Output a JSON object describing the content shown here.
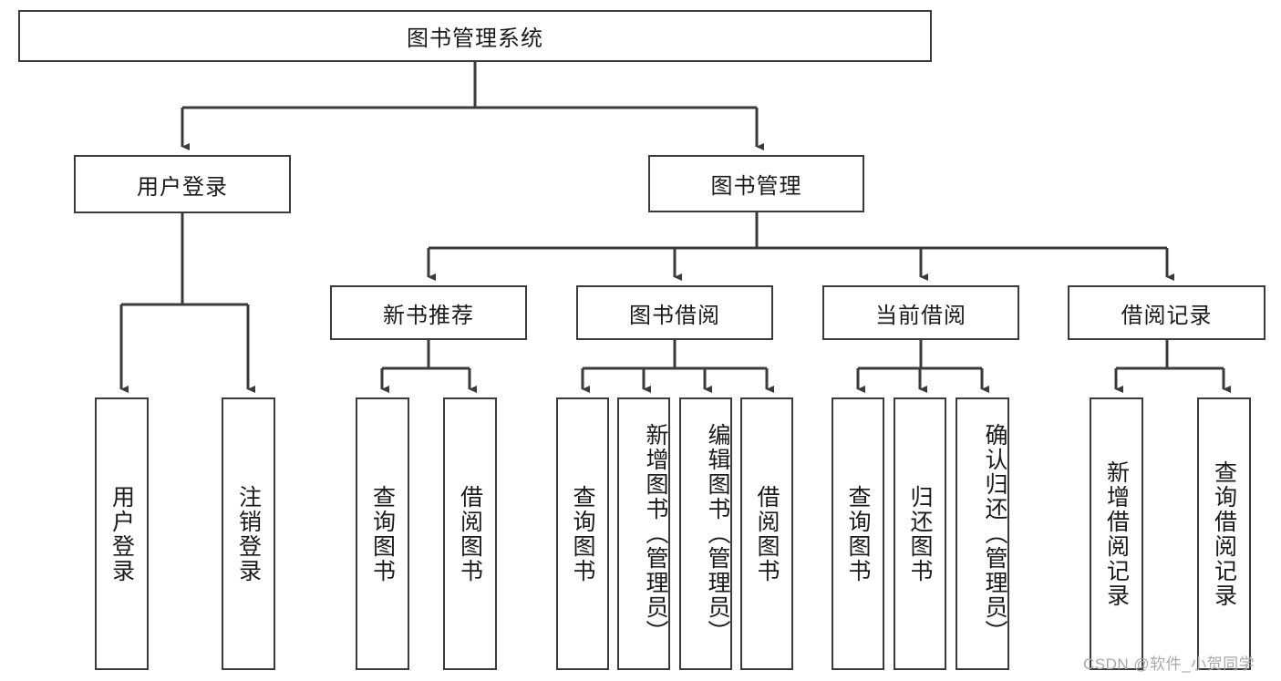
{
  "diagram": {
    "type": "hierarchy-tree",
    "title_node": {
      "label": "图书管理系统"
    },
    "level2": [
      {
        "id": "user-login",
        "label": "用户登录"
      },
      {
        "id": "book-management",
        "label": "图书管理"
      }
    ],
    "level3": [
      {
        "id": "new-book-recommend",
        "label": "新书推荐"
      },
      {
        "id": "book-borrow",
        "label": "图书借阅"
      },
      {
        "id": "current-borrow",
        "label": "当前借阅"
      },
      {
        "id": "borrow-record",
        "label": "借阅记录"
      }
    ],
    "leaves": {
      "user_login": [
        {
          "id": "leaf-user-login",
          "label": "用户登录"
        },
        {
          "id": "leaf-logout-login",
          "label": "注销登录"
        }
      ],
      "new_book_recommend": [
        {
          "id": "leaf-query-book-1",
          "label": "查询图书"
        },
        {
          "id": "leaf-borrow-book-1",
          "label": "借阅图书"
        }
      ],
      "book_borrow": [
        {
          "id": "leaf-query-book-2",
          "label": "查询图书"
        },
        {
          "id": "leaf-add-book",
          "label": "新增图书（管理员）"
        },
        {
          "id": "leaf-edit-book",
          "label": "编辑图书（管理员）"
        },
        {
          "id": "leaf-borrow-book-2",
          "label": "借阅图书"
        }
      ],
      "current_borrow": [
        {
          "id": "leaf-query-book-3",
          "label": "查询图书"
        },
        {
          "id": "leaf-return-book",
          "label": "归还图书"
        },
        {
          "id": "leaf-confirm-return",
          "label": "确认归还（管理员）"
        }
      ],
      "borrow_record": [
        {
          "id": "leaf-add-record",
          "label": "新增借阅记录"
        },
        {
          "id": "leaf-query-record",
          "label": "查询借阅记录"
        }
      ]
    },
    "watermark": "CSDN @软件_小贺同学",
    "colors": {
      "stroke": "#3b3b3b",
      "fill": "#ffffff",
      "text": "#1a1a1a",
      "watermark": "#a8a8a8"
    }
  }
}
